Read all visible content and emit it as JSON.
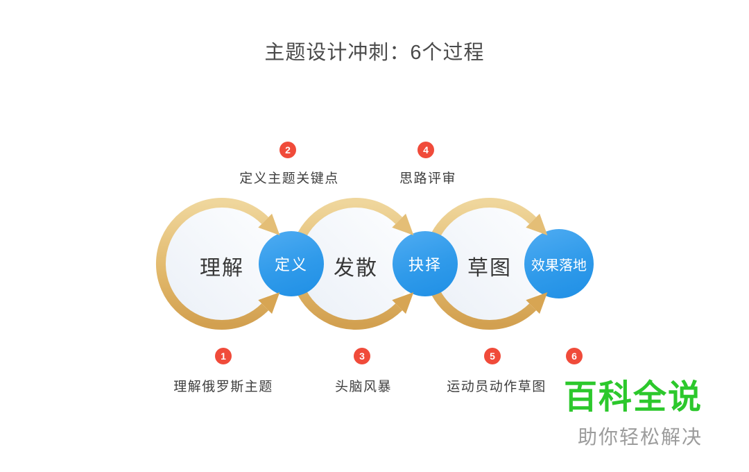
{
  "title": "主题设计冲刺：6个过程",
  "diagram": {
    "stages": [
      {
        "label": "理解"
      },
      {
        "label": "发散"
      },
      {
        "label": "草图"
      }
    ],
    "connectors": [
      {
        "label": "定义"
      },
      {
        "label": "抉择"
      },
      {
        "label": "效果落地"
      }
    ],
    "steps": [
      {
        "num": "1",
        "label": "理解俄罗斯主题",
        "position": "bottom"
      },
      {
        "num": "2",
        "label": "定义主题关键点",
        "position": "top"
      },
      {
        "num": "3",
        "label": "头脑风暴",
        "position": "bottom"
      },
      {
        "num": "4",
        "label": "思路评审",
        "position": "top"
      },
      {
        "num": "5",
        "label": "运动员动作草图",
        "position": "bottom"
      },
      {
        "num": "6",
        "label": "",
        "position": "bottom"
      }
    ]
  },
  "watermark": {
    "brand": "百科全说",
    "slogan": "助你轻松解决"
  },
  "colors": {
    "gold_light": "#efd69c",
    "gold_dark": "#d2a050",
    "blue": "#2f9aea",
    "badge_red": "#f04b3a",
    "brand_green": "#2cc82c",
    "title_gray": "#4a4a4a"
  }
}
